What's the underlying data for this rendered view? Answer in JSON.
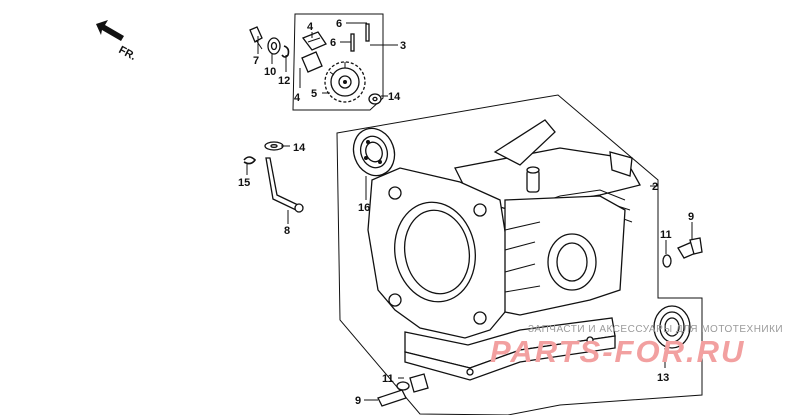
{
  "direction": {
    "label": "FR.",
    "icon": "front-direction-arrow-icon"
  },
  "callouts": {
    "p2": "2",
    "p3": "3",
    "p4a": "4",
    "p4b": "4",
    "p5": "5",
    "p6a": "6",
    "p6b": "6",
    "p7": "7",
    "p8": "8",
    "p9a": "9",
    "p9b": "9",
    "p10": "10",
    "p11a": "11",
    "p11b": "11",
    "p12": "12",
    "p13": "13",
    "p14a": "14",
    "p14b": "14",
    "p15": "15",
    "p16": "16"
  },
  "watermark": {
    "tagline": "ЗАПЧАСТИ И АКСЕССУАРЫ ДЛЯ МОТОТЕХНИКИ",
    "brand": "PARTS-FOR.RU",
    "color": "#f2a0a0"
  }
}
